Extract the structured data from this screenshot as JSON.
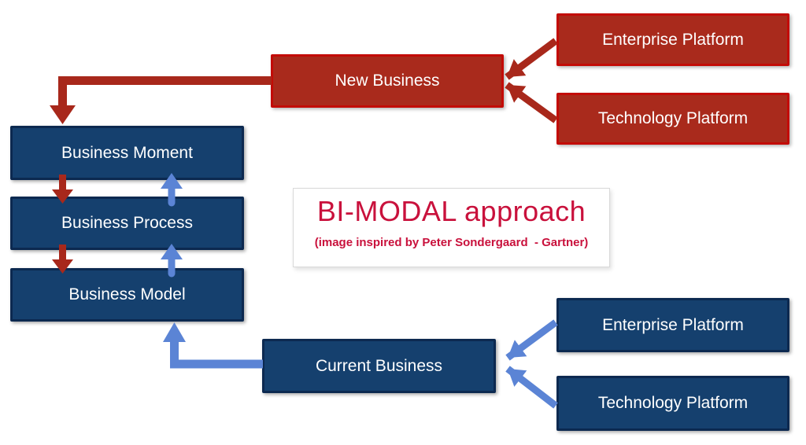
{
  "title_panel": {
    "title": "BI-MODAL approach",
    "subtitle": "(image inspired by Peter Sondergaard  - Gartner)"
  },
  "nodes": {
    "new_business": "New Business",
    "enterprise_platform_top": "Enterprise Platform",
    "technology_platform_top": "Technology Platform",
    "business_moment": "Business Moment",
    "business_process": "Business Process",
    "business_model": "Business Model",
    "current_business": "Current Business",
    "enterprise_platform_bottom": "Enterprise Platform",
    "technology_platform_bottom": "Technology Platform"
  },
  "edges": [
    {
      "from": "enterprise_platform_top",
      "to": "new_business",
      "color": "red"
    },
    {
      "from": "technology_platform_top",
      "to": "new_business",
      "color": "red"
    },
    {
      "from": "new_business",
      "to": "business_moment",
      "color": "red"
    },
    {
      "from": "business_moment",
      "to": "business_process",
      "color": "red"
    },
    {
      "from": "business_process",
      "to": "business_model",
      "color": "red"
    },
    {
      "from": "business_process",
      "to": "business_moment",
      "color": "blue"
    },
    {
      "from": "business_model",
      "to": "business_process",
      "color": "blue"
    },
    {
      "from": "current_business",
      "to": "business_model",
      "color": "blue"
    },
    {
      "from": "enterprise_platform_bottom",
      "to": "current_business",
      "color": "blue"
    },
    {
      "from": "technology_platform_bottom",
      "to": "current_business",
      "color": "blue"
    }
  ],
  "colors": {
    "red_fill": "#A92A1C",
    "red_border": "#C30B06",
    "navy_fill": "#15406E",
    "navy_border": "#0C2950",
    "red_arrow": "#A8281B",
    "blue_arrow": "#5B84D5",
    "title_text": "#C9113C",
    "label_text": "#FFFFFF"
  }
}
